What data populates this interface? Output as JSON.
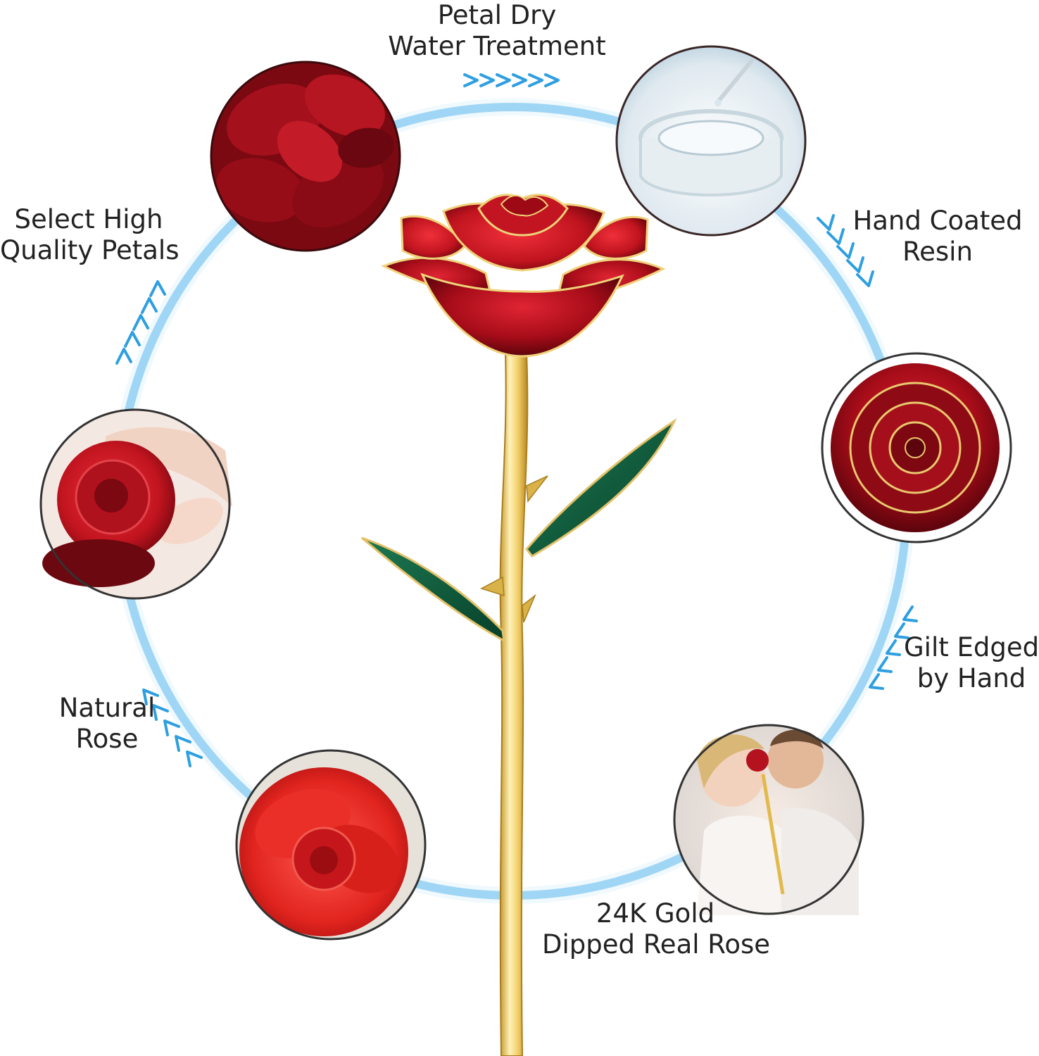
{
  "colors": {
    "ring": "#5ab7ec",
    "ring_light": "#d5eefb",
    "arrow": "#2e9fe0",
    "text": "#222222",
    "rose_red": "#b3121e",
    "rose_dark": "#6e0710",
    "gold": "#e8c25a",
    "gold_light": "#fff2b8",
    "leaf_green": "#0e5e3f"
  },
  "steps": [
    {
      "id": "select-petals",
      "lines": [
        "Select High",
        "Quality Petals"
      ],
      "icon": "rose-petals-photo"
    },
    {
      "id": "petal-dry",
      "lines": [
        "Petal Dry",
        "Water Treatment"
      ],
      "icon": "water-dish-photo"
    },
    {
      "id": "hand-coated",
      "lines": [
        "Hand Coated",
        "Resin"
      ],
      "icon": "resin-rose-photo"
    },
    {
      "id": "gilt-edged",
      "lines": [
        "Gilt Edged",
        "by Hand"
      ],
      "icon": "couple-with-rose-photo"
    },
    {
      "id": "gold-dipped",
      "lines": [
        "24K Gold",
        "Dipped Real Rose"
      ],
      "icon": "couple-with-rose-photo"
    },
    {
      "id": "natural-rose",
      "lines": [
        "Natural",
        "Rose"
      ],
      "icon": "natural-rose-photo"
    }
  ],
  "arrows": {
    "top": ">>>>>>",
    "direction": "clockwise"
  },
  "center_icon": "gold-rose-icon"
}
